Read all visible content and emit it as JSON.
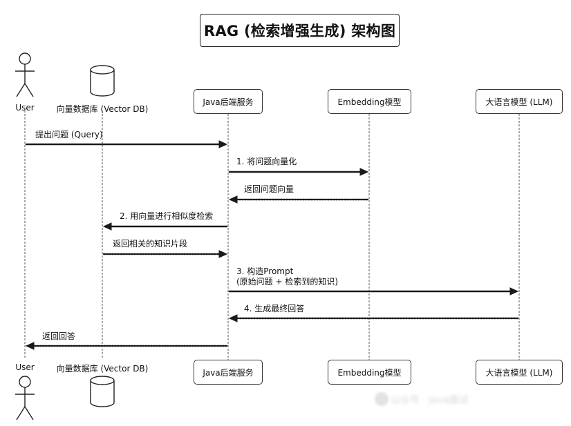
{
  "title": "RAG (检索增强生成) 架构图",
  "participants": {
    "user": "User",
    "vector_db": "向量数据库 (Vector DB)",
    "java_service": "Java后端服务",
    "embedding": "Embedding模型",
    "llm": "大语言模型 (LLM)"
  },
  "messages": [
    {
      "from": "user",
      "to": "java_service",
      "text": "提出问题 (Query)",
      "style": "solid"
    },
    {
      "from": "java_service",
      "to": "embedding",
      "text": "1. 将问题向量化",
      "style": "solid"
    },
    {
      "from": "embedding",
      "to": "java_service",
      "text": "返回问题向量",
      "style": "dotted"
    },
    {
      "from": "java_service",
      "to": "vector_db",
      "text": "2. 用向量进行相似度检索",
      "style": "solid"
    },
    {
      "from": "vector_db",
      "to": "java_service",
      "text": "返回相关的知识片段",
      "style": "dotted"
    },
    {
      "from": "java_service",
      "to": "llm",
      "text": "3. 构造Prompt",
      "text2": "(原始问题 + 检索到的知识)",
      "style": "solid"
    },
    {
      "from": "llm",
      "to": "java_service",
      "text": "4. 生成最终回答",
      "style": "dotted"
    },
    {
      "from": "java_service",
      "to": "user",
      "text": "返回回答",
      "style": "dotted"
    }
  ],
  "watermark": "公众号 · Java面试"
}
